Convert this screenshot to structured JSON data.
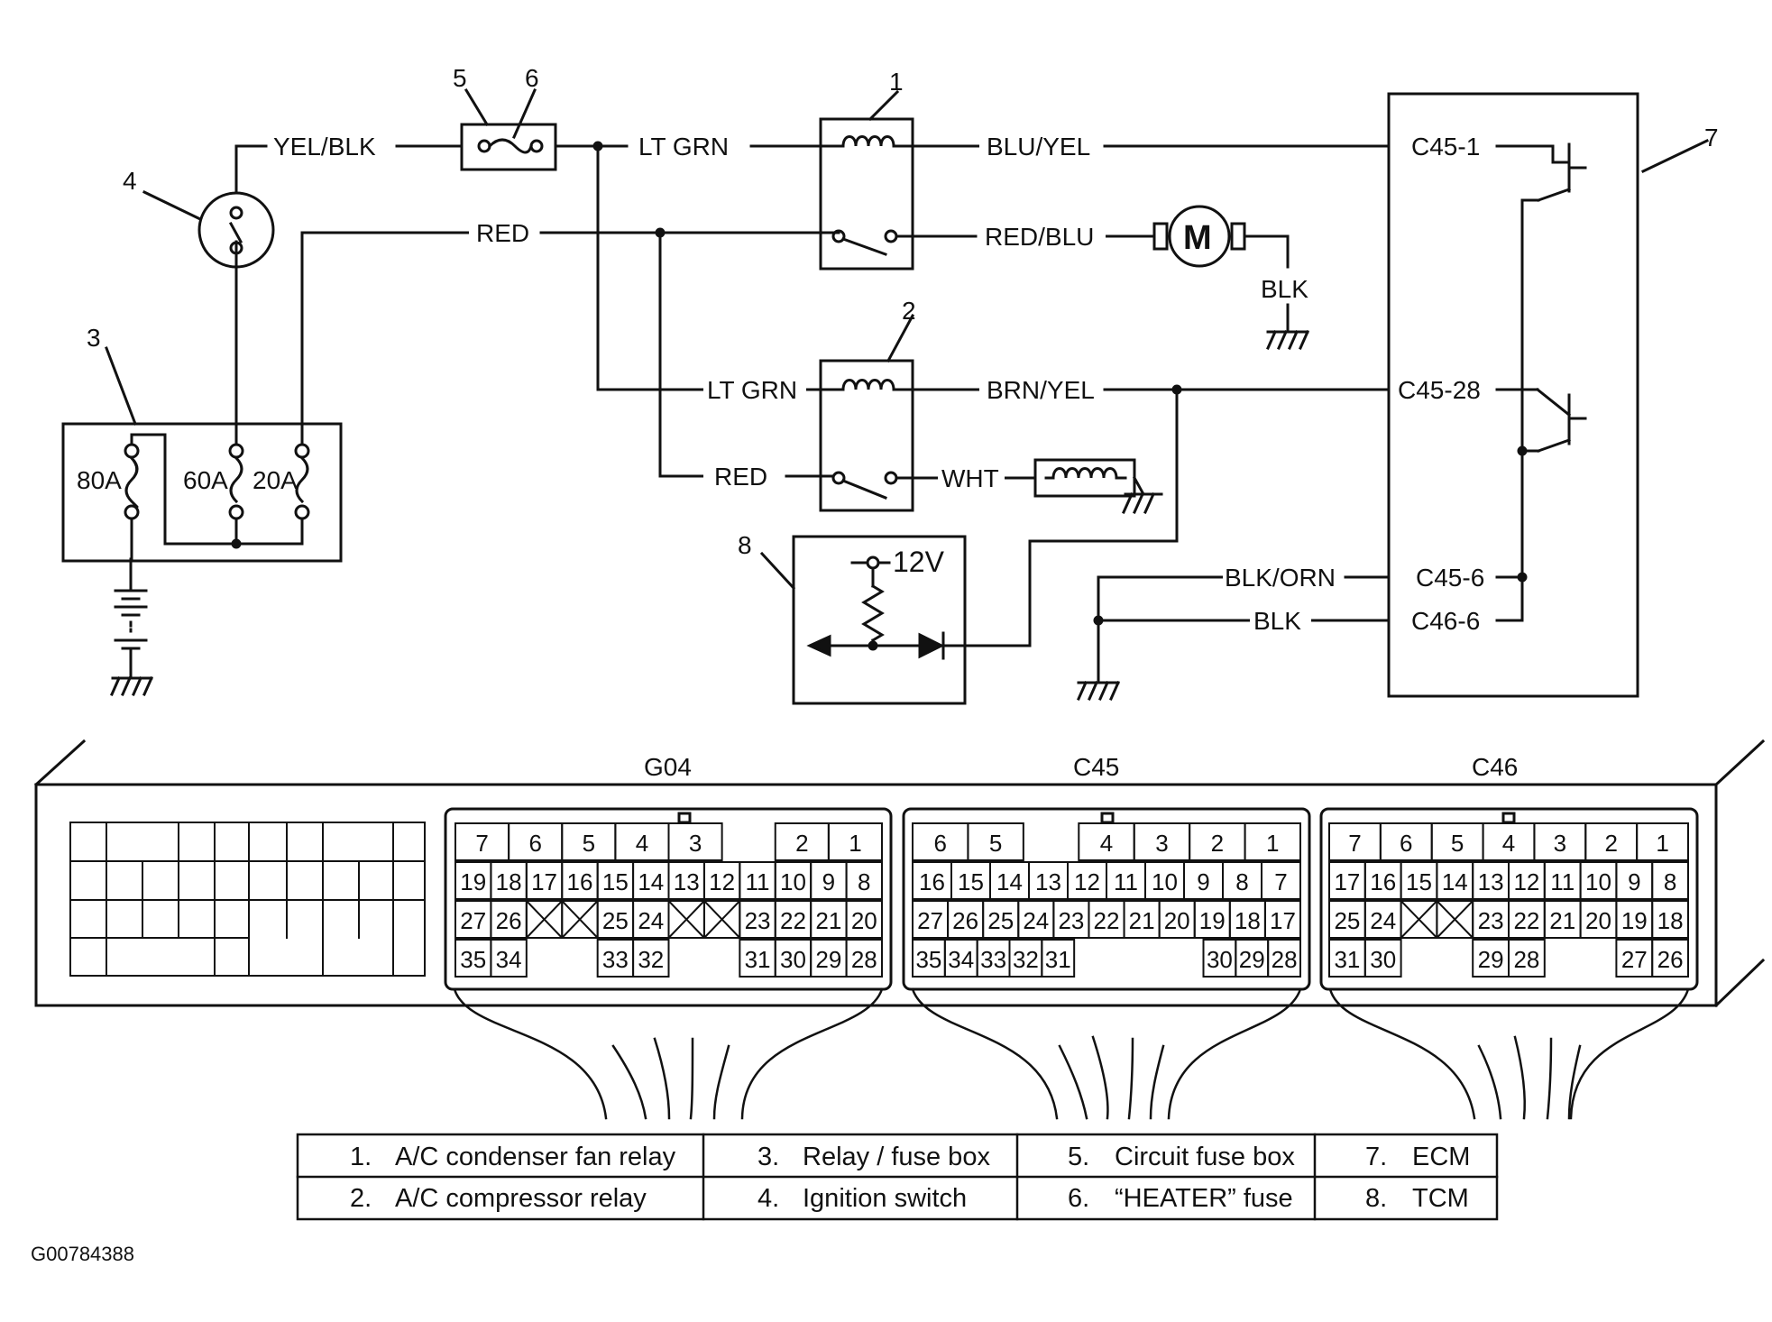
{
  "wires": {
    "yel_blk": "YEL/BLK",
    "lt_grn_top": "LT GRN",
    "blu_yel": "BLU/YEL",
    "red_top": "RED",
    "red_blu": "RED/BLU",
    "blk_motor": "BLK",
    "lt_grn_mid": "LT GRN",
    "brn_yel": "BRN/YEL",
    "red_mid": "RED",
    "wht": "WHT",
    "blk_orn": "BLK/ORN",
    "blk_bottom": "BLK"
  },
  "callouts": {
    "n1": "1",
    "n2": "2",
    "n3": "3",
    "n4": "4",
    "n5": "5",
    "n6": "6",
    "n7": "7",
    "n8": "8"
  },
  "fuses": {
    "f80": "80A",
    "f60": "60A",
    "f20": "20A"
  },
  "ecm_pins": {
    "p1": "C45-1",
    "p28": "C45-28",
    "p6": "C45-6",
    "p46": "C46-6"
  },
  "motor": "M",
  "tcm_voltage": "12V",
  "connectors": {
    "g04": {
      "name": "G04",
      "rows": [
        [
          "7",
          "6",
          "5",
          "4",
          "3",
          "",
          "2",
          "1"
        ],
        [
          "19",
          "18",
          "17",
          "16",
          "15",
          "14",
          "13",
          "12",
          "11",
          "10",
          "9",
          "8"
        ],
        [
          "27",
          "26",
          "X",
          "X",
          "25",
          "24",
          "X",
          "X",
          "23",
          "22",
          "21",
          "20"
        ],
        [
          "35",
          "34",
          "",
          "",
          "33",
          "32",
          "",
          "",
          "31",
          "30",
          "29",
          "28"
        ]
      ]
    },
    "c45": {
      "name": "C45",
      "rows": [
        [
          "6",
          "5",
          "",
          "4",
          "3",
          "2",
          "1"
        ],
        [
          "16",
          "15",
          "14",
          "13",
          "12",
          "11",
          "10",
          "9",
          "8",
          "7"
        ],
        [
          "27",
          "26",
          "25",
          "24",
          "23",
          "22",
          "21",
          "20",
          "19",
          "18",
          "17"
        ],
        [
          "35",
          "34",
          "33",
          "32",
          "31",
          "",
          "",
          "",
          "",
          "30",
          "29",
          "28"
        ]
      ]
    },
    "c46": {
      "name": "C46",
      "rows": [
        [
          "7",
          "6",
          "5",
          "4",
          "3",
          "2",
          "1"
        ],
        [
          "17",
          "16",
          "15",
          "14",
          "13",
          "12",
          "11",
          "10",
          "9",
          "8"
        ],
        [
          "25",
          "24",
          "X",
          "X",
          "23",
          "22",
          "21",
          "20",
          "19",
          "18"
        ],
        [
          "31",
          "30",
          "",
          "",
          "29",
          "28",
          "",
          "",
          "27",
          "26"
        ]
      ]
    }
  },
  "legend": [
    [
      "1.",
      "A/C condenser fan relay"
    ],
    [
      "2.",
      "A/C compressor relay"
    ],
    [
      "3.",
      "Relay / fuse box"
    ],
    [
      "4.",
      "Ignition switch"
    ],
    [
      "5.",
      "Circuit fuse box"
    ],
    [
      "6.",
      "“HEATER” fuse"
    ],
    [
      "7.",
      "ECM"
    ],
    [
      "8.",
      "TCM"
    ]
  ],
  "figure_id": "G00784388"
}
